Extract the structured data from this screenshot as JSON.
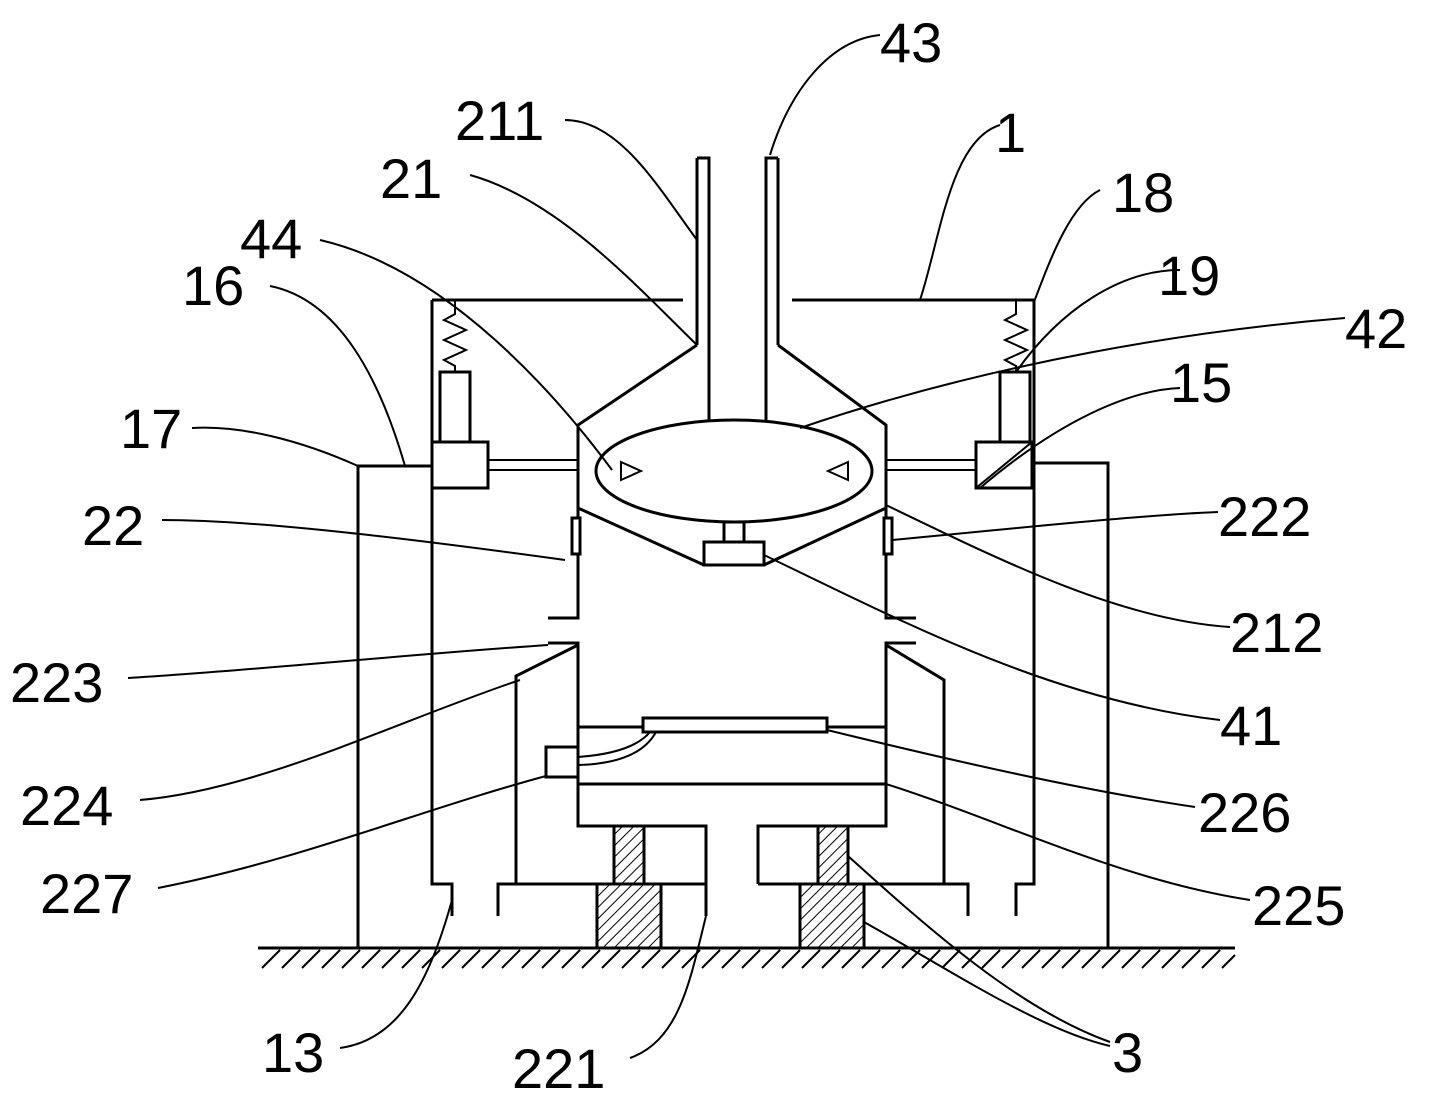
{
  "figure": {
    "labels": {
      "l1": "1",
      "l3": "3",
      "l13": "13",
      "l15": "15",
      "l16": "16",
      "l17": "17",
      "l18": "18",
      "l19": "19",
      "l21": "21",
      "l22": "22",
      "l41": "41",
      "l42": "42",
      "l43": "43",
      "l44": "44",
      "l211": "211",
      "l212": "212",
      "l221": "221",
      "l222": "222",
      "l223": "223",
      "l224": "224",
      "l225": "225",
      "l226": "226",
      "l227": "227"
    }
  }
}
